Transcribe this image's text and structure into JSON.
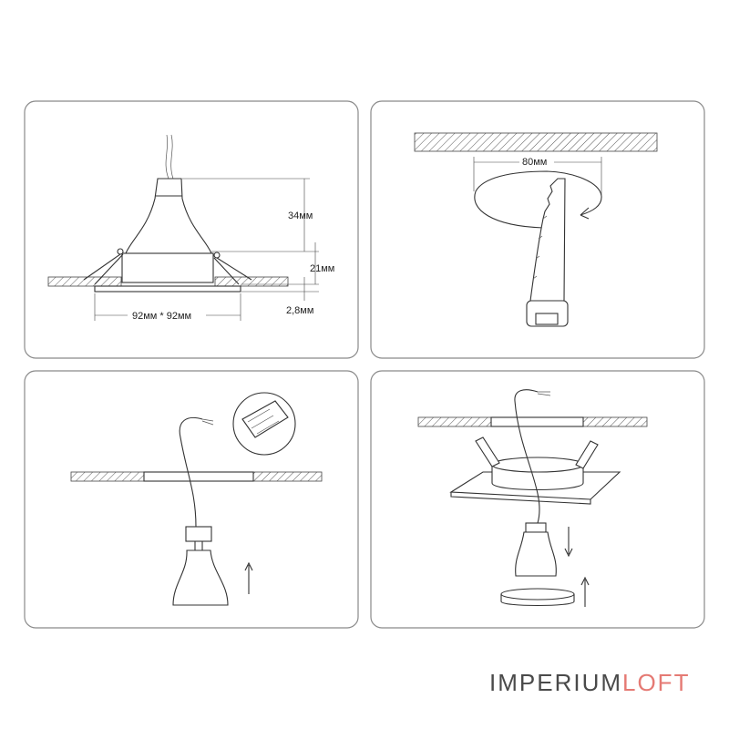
{
  "dimensions": {
    "height_top": "34мм",
    "height_base": "21мм",
    "flange": "2,8мм",
    "cutout_size": "92мм * 92мм",
    "hole_diameter": "80мм"
  },
  "brand": {
    "part1": "IMPERIUM",
    "part2": "LOFT",
    "color_part1": "#4a4a4a",
    "color_part2": "#e57a74"
  },
  "colors": {
    "frame": "#8a8a8a",
    "line": "#333333"
  }
}
